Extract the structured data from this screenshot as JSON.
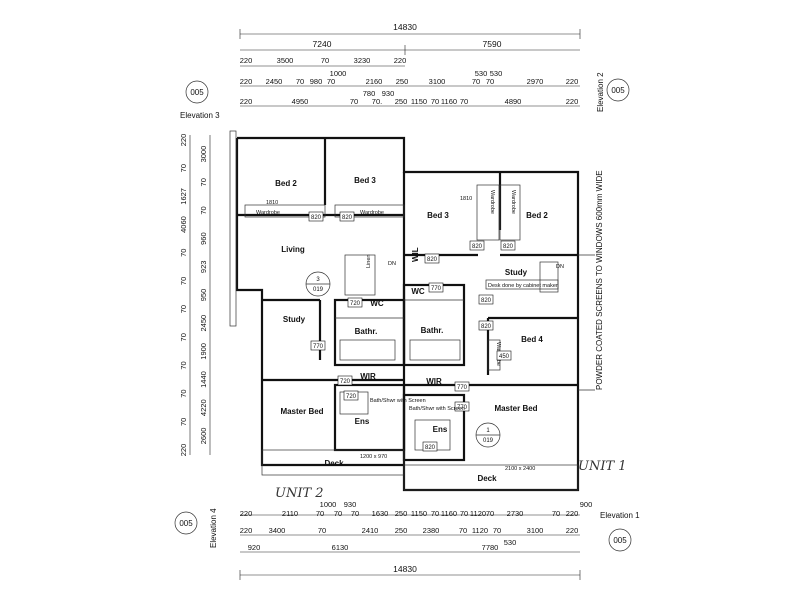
{
  "dimensions": {
    "top_overall": "14830",
    "top_row1": [
      "7240",
      "7590"
    ],
    "top_row2": [
      "220",
      "3500",
      "70",
      "3230",
      "220"
    ],
    "top_row2_extra": "1000",
    "top_row3": [
      "220",
      "2450",
      "70",
      "980",
      "70",
      "2160",
      "250",
      "3100",
      "70",
      "70",
      "2970",
      "220"
    ],
    "top_row3_extra": [
      "530",
      "530"
    ],
    "top_row4_extra": [
      "780",
      "930"
    ],
    "top_row4": [
      "220",
      "4950",
      "70",
      "70.",
      "250",
      "1150",
      "70",
      "1160",
      "70",
      "4890",
      "220"
    ],
    "left_col": [
      "220",
      "3000",
      "70",
      "70",
      "1627",
      "70",
      "4060",
      "960",
      "70",
      "923",
      "70",
      "950",
      "70",
      "2450",
      "70",
      "1900",
      "70",
      "1440",
      "70",
      "4220",
      "70",
      "2600",
      "220"
    ],
    "bottom_row1": [
      "900"
    ],
    "bottom_row2": [
      "1000",
      "930"
    ],
    "bottom_row3": [
      "220",
      "2110",
      "70",
      "70",
      "70",
      "1630",
      "250",
      "1150",
      "70",
      "1160",
      "70",
      "1120",
      "70",
      "2730",
      "70",
      "220"
    ],
    "bottom_row4": [
      "220",
      "3400",
      "70",
      "2410",
      "250",
      "2380",
      "70",
      "1120",
      "70",
      "3100",
      "220"
    ],
    "bottom_row5_extra": "530",
    "bottom_row5": [
      "920",
      "6130",
      "7780"
    ],
    "bottom_overall": "14830"
  },
  "elevations": {
    "top_left_tag": "005",
    "top_left_label": "Elevation 3",
    "top_right_tag": "005",
    "top_right_label": "Elevation 2",
    "bottom_left_tag": "005",
    "bottom_left_label": "Elevation 4",
    "bottom_right_tag": "005",
    "bottom_right_label": "Elevation 1"
  },
  "rooms": {
    "u2_bed2": "Bed 2",
    "u2_bed3": "Bed 3",
    "u2_living": "Living",
    "u2_study": "Study",
    "u2_master": "Master Bed",
    "u2_deck": "Deck",
    "u2_wir": "WIR",
    "u2_ens": "Ens",
    "u2_bath": "Bathr.",
    "u2_wc": "WC",
    "u2_linen": "Linen",
    "u2_dn": "DN",
    "u1_bed3": "Bed 3",
    "u1_bed2": "Bed 2",
    "u1_study": "Study",
    "u1_bed4": "Bed 4",
    "u1_master": "Master Bed",
    "u1_deck": "Deck",
    "u1_wir": "WIR",
    "u1_ens": "Ens",
    "u1_bath": "Bathr.",
    "u1_wc": "WC",
    "u1_wil": "WIL",
    "u1_dn": "DN",
    "wardrobe": "Wardrobe"
  },
  "door_tags": [
    "820",
    "820",
    "820",
    "820",
    "820",
    "820",
    "720",
    "720",
    "720",
    "770",
    "770",
    "770",
    "770",
    "820",
    "820",
    "450"
  ],
  "notes": {
    "desk": "Desk done by cabinet maker",
    "bath_shwr": "Bath/Shwr with Screen",
    "powder": "POWDER COATED SCREENS TO WINDOWS 600mm WIDE",
    "win_a": "1810",
    "win_b": "1810",
    "win_c": "1200 x 970",
    "win_d": "2100 x 2400",
    "section_num": "3",
    "section_ref": "019",
    "section2_num": "1",
    "section2_ref": "019"
  },
  "handwritten": {
    "unit2": "UNIT 2",
    "unit1": "UNIT 1"
  }
}
